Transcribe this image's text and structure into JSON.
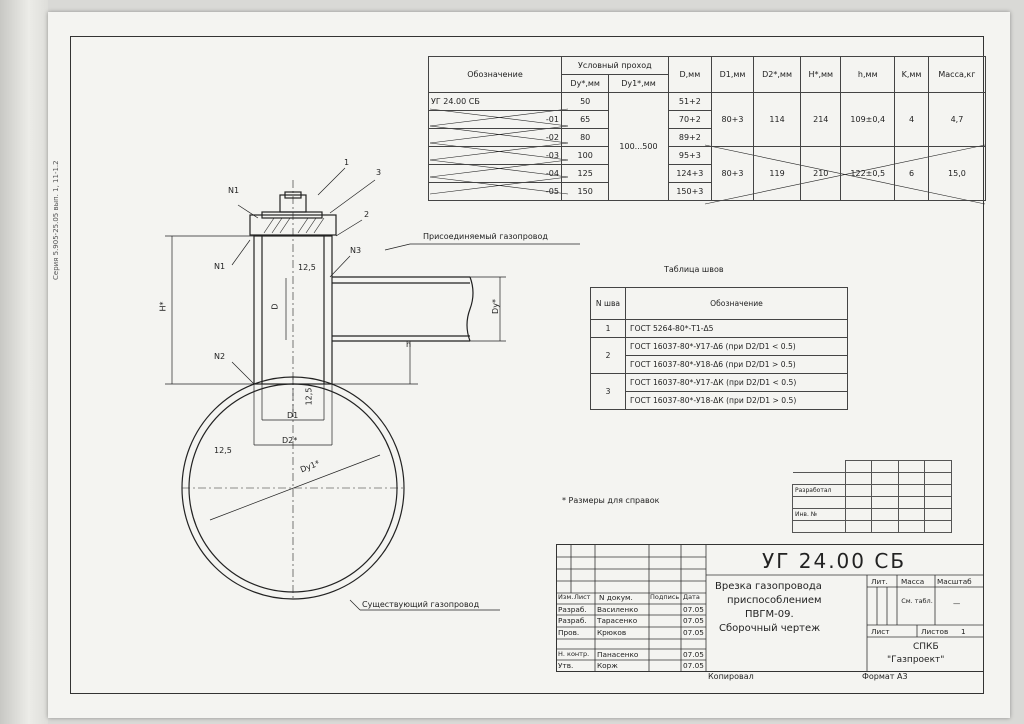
{
  "spine_text": "Серия 5.905-25.05 вып. 1, 11-1.2",
  "drawing_labels": {
    "connected_pipe": "Присоединяемый газопровод",
    "existing_pipe": "Существующий газопровод",
    "footnote": "* Размеры для справок",
    "weld_table_title": "Таблица швов",
    "n1_top": "N1",
    "n1_side": "N1",
    "n2": "N2",
    "n3": "N3",
    "callout_1": "1",
    "callout_2": "2",
    "callout_3": "3",
    "dim_h_star": "H*",
    "dim_h": "h",
    "dim_d": "D",
    "dim_d1": "D1",
    "dim_d2": "D2*",
    "dim_dy": "Dy*",
    "dim_dy1": "Dy1*",
    "weld_125_a": "12,5",
    "weld_125_b": "12,5",
    "weld_125_c": "12,5"
  },
  "param_table": {
    "headers": {
      "designation": "Обозначение",
      "nominal": "Условный проход",
      "dy": "Dy*,мм",
      "dy1": "Dy1*,мм",
      "d": "D,мм",
      "d1": "D1,мм",
      "d2": "D2*,мм",
      "h_big": "H*,мм",
      "h_small": "h,мм",
      "k": "K,мм",
      "mass": "Масса,кг"
    },
    "rows": [
      {
        "designation": "УГ 24.00 СБ",
        "dy": "50",
        "d": "51+2"
      },
      {
        "designation": "-01",
        "dy": "65",
        "d": "70+2"
      },
      {
        "designation": "-02",
        "dy": "80",
        "d": "89+2"
      },
      {
        "designation": "-03",
        "dy": "100",
        "d": "95+3"
      },
      {
        "designation": "-04",
        "dy": "125",
        "d": "124+3"
      },
      {
        "designation": "-05",
        "dy": "150",
        "d": "150+3"
      }
    ],
    "dy1_range": "100...500",
    "group1": {
      "d1": "80+3",
      "d2": "114",
      "h_big": "214",
      "h_small": "109±0,4",
      "k": "4",
      "mass": "4,7"
    },
    "group2": {
      "d1": "80+3",
      "d2": "119",
      "h_big": "210",
      "h_small": "122±0,5",
      "k": "6",
      "mass": "15,0"
    }
  },
  "weld_table": {
    "headers": {
      "num": "N шва",
      "designation": "Обозначение"
    },
    "rows": [
      {
        "num": "1",
        "text": "ГОСТ 5264-80*-Т1-Δ5"
      },
      {
        "num": "2",
        "text": "ГОСТ 16037-80*-У17-Δ6 (при D2/D1 < 0.5)"
      },
      {
        "num": "",
        "text": "ГОСТ 16037-80*-У18-Δ6 (при D2/D1 > 0.5)"
      },
      {
        "num": "3",
        "text": "ГОСТ 16037-80*-У17-ΔК (при D2/D1 < 0.5)"
      },
      {
        "num": "",
        "text": "ГОСТ 16037-80*-У18-ΔК (при D2/D1 > 0.5)"
      }
    ]
  },
  "approval_block": {
    "developed": "Разработал",
    "inv": "Инв. №"
  },
  "title_block": {
    "code": "УГ 24.00 СБ",
    "name_line1": "Врезка газопровода",
    "name_line2": "приспособлением",
    "name_line3": "ПВГМ-09.",
    "name_line4": "Сборочный чертеж",
    "col_izm": "Изм.",
    "col_list": "Лист",
    "col_doc": "N докум.",
    "col_sign": "Подпись",
    "col_date": "Дата",
    "people": [
      {
        "role": "Разраб.",
        "name": "Василенко",
        "date": "07.05"
      },
      {
        "role": "Разраб.",
        "name": "Тарасенко",
        "date": "07.05"
      },
      {
        "role": "Пров.",
        "name": "Крюков",
        "date": "07.05"
      },
      {
        "role": "Н. контр.",
        "name": "Панасенко",
        "date": "07.05"
      },
      {
        "role": "Утв.",
        "name": "Корж",
        "date": "07.05"
      }
    ],
    "lit": "Лит.",
    "mass": "Масса",
    "scale": "Масштаб",
    "mass_value": "См. табл.",
    "scale_value": "—",
    "sheet": "Лист",
    "sheets": "Листов",
    "sheets_value": "1",
    "org_line1": "СПКБ",
    "org_line2": "\"Газпроект\""
  },
  "footer": {
    "copied": "Копировал",
    "format": "Формат А3"
  }
}
